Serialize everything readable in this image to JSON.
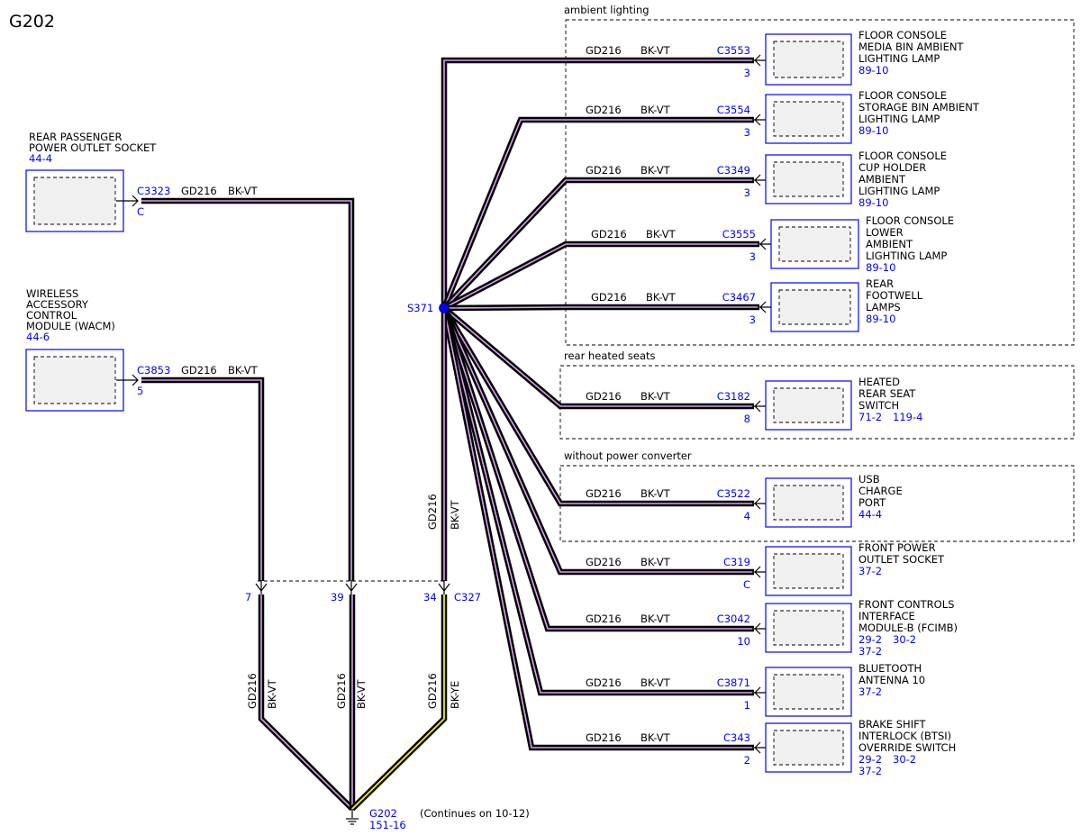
{
  "title": "G202",
  "splice": {
    "label": "S371"
  },
  "ground": {
    "label": "G202",
    "ref": "151-16",
    "note": "(Continues on 10-12)"
  },
  "connector_c327": {
    "label": "C327",
    "pin_left": "7",
    "pin_mid": "39",
    "pin_right": "34"
  },
  "groups": {
    "ambient": "ambient lighting",
    "heated": "rear heated seats",
    "converter": "without power converter"
  },
  "left_components": [
    {
      "lines": [
        "REAR PASSENGER",
        "POWER OUTLET SOCKET"
      ],
      "ref": "44-4",
      "connector": "C3323",
      "pin": "C",
      "circuit": "GD216",
      "color": "BK-VT"
    },
    {
      "lines": [
        "WIRELESS",
        "ACCESSORY",
        "CONTROL",
        "MODULE (WACM)"
      ],
      "ref": "44-6",
      "connector": "C3853",
      "pin": "5",
      "circuit": "GD216",
      "color": "BK-VT"
    }
  ],
  "vertical_labels": {
    "s371_circuit": "GD216",
    "s371_color": "BK-VT",
    "w1_circuit": "GD216",
    "w1_color": "BK-VT",
    "w2_circuit": "GD216",
    "w2_color": "BK-VT",
    "w3_circuit": "GD216",
    "w3_color": "BK-YE"
  },
  "right_components": [
    {
      "lines": [
        "FLOOR CONSOLE",
        "MEDIA BIN AMBIENT",
        "LIGHTING LAMP"
      ],
      "refs": [
        "89-10"
      ],
      "connector": "C3553",
      "pin": "3",
      "circuit": "GD216",
      "color": "BK-VT"
    },
    {
      "lines": [
        "FLOOR CONSOLE",
        "STORAGE BIN AMBIENT",
        "LIGHTING LAMP"
      ],
      "refs": [
        "89-10"
      ],
      "connector": "C3554",
      "pin": "3",
      "circuit": "GD216",
      "color": "BK-VT"
    },
    {
      "lines": [
        "FLOOR CONSOLE",
        "CUP HOLDER",
        "AMBIENT",
        "LIGHTING LAMP"
      ],
      "refs": [
        "89-10"
      ],
      "connector": "C3349",
      "pin": "3",
      "circuit": "GD216",
      "color": "BK-VT"
    },
    {
      "lines": [
        "FLOOR CONSOLE",
        "LOWER",
        "AMBIENT",
        "LIGHTING LAMP"
      ],
      "refs": [
        "89-10"
      ],
      "connector": "C3555",
      "pin": "3",
      "circuit": "GD216",
      "color": "BK-VT"
    },
    {
      "lines": [
        "REAR",
        "FOOTWELL",
        "LAMPS"
      ],
      "refs": [
        "89-10"
      ],
      "connector": "C3467",
      "pin": "3",
      "circuit": "GD216",
      "color": "BK-VT"
    },
    {
      "lines": [
        "HEATED",
        "REAR SEAT",
        "SWITCH"
      ],
      "refs": [
        "71-2",
        "119-4"
      ],
      "connector": "C3182",
      "pin": "8",
      "circuit": "GD216",
      "color": "BK-VT"
    },
    {
      "lines": [
        "USB",
        "CHARGE",
        "PORT"
      ],
      "refs": [
        "44-4"
      ],
      "connector": "C3522",
      "pin": "4",
      "circuit": "GD216",
      "color": "BK-VT"
    },
    {
      "lines": [
        "FRONT POWER",
        "OUTLET SOCKET"
      ],
      "refs": [
        "37-2"
      ],
      "connector": "C319",
      "pin": "C",
      "circuit": "GD216",
      "color": "BK-VT"
    },
    {
      "lines": [
        "FRONT CONTROLS",
        "INTERFACE",
        "MODULE-B (FCIMB)"
      ],
      "refs": [
        "29-2",
        "30-2",
        "37-2"
      ],
      "connector": "C3042",
      "pin": "10",
      "circuit": "GD216",
      "color": "BK-VT"
    },
    {
      "lines": [
        "BLUETOOTH",
        "ANTENNA 10"
      ],
      "refs": [
        "37-2"
      ],
      "connector": "C3871",
      "pin": "1",
      "circuit": "GD216",
      "color": "BK-VT"
    },
    {
      "lines": [
        "BRAKE SHIFT",
        "INTERLOCK (BTSI)",
        "OVERRIDE SWITCH"
      ],
      "refs": [
        "29-2",
        "30-2",
        "37-2"
      ],
      "connector": "C343",
      "pin": "2",
      "circuit": "GD216",
      "color": "BK-VT"
    }
  ]
}
